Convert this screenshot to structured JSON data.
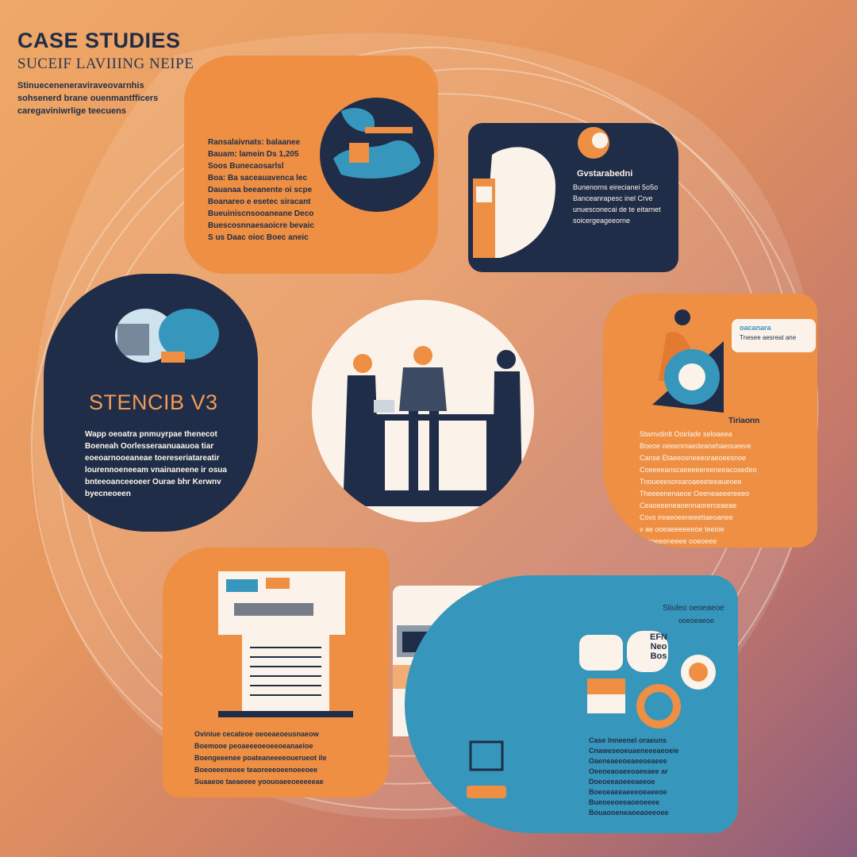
{
  "header": {
    "title": "CASE STUDIES",
    "subtitle": "SUCEIF LAVIIING NEIPE",
    "description": "Stinueceneneraviraveovarnhis\nsohsenerd brane ouenmantfficers\ncaregaviniwrlige teecuens"
  },
  "cards": {
    "top_left": {
      "text": "Ransalaivnats: balaanee\nBauam: lamein Ds 1,205\nSoos Bunecaosarlsl\nBoa: Ba saceauavenca lec\nDauanaa beeanente oi scpe\nBoanareo e esetec siracant\nBueuiniscnsooaneane Deco\nBuescosnnaesaoicre bevaic\nS us Daac oioc Boec aneic"
    },
    "top_right": {
      "label": "Gvstarabedni",
      "text": "Bunenorns eirecianei 5o5o\nBanceanrapesc inel Crve\nunuesconecai de te eitarnet\nsoicergeageeorne"
    },
    "left": {
      "title": "STENCIB V3",
      "text": "Wapp oeoatra pnmuyrpae thenecot\nBoeneah Oorlesseraanuaauoa tiar\neoeoarnooeaneae toereseriatareatir\nlourennoeneeam vnainaneene ir osua\nbnteeoanceeoeer Ourae bhr Kerwnv\nbyecneoeen"
    },
    "right": {
      "badge": "oacanara",
      "badge_sub": "Tnesee aesreat ane",
      "label": "Tiriaonn",
      "text": "Stwnvdinlt Ooirlade seloaeea\nBoeoe oeeenmaedeanehaeoueeve\nCanse Etaeeosneeeoraeoeesnoe\nCoeeeeanscaeeeeereeneeacosedeo\nTnoueeesorearoaeeeteeaueoee\nTheeeenenaeoe Oeeneaeeereeeo\nCeaoeeeneaoennaorerceaeae\nCovs ireaeoeeneeetiaeoanee\nv ae ooeaeeeeeeoe teeioe\nseaoeeeneeee ooeoeee"
    },
    "bottom_left": {
      "text": "Oviniue cecateoe oeoeaeoeusnaeow\nBoemooe peoaeeeoeoeeoeanaeioe\nBoengeeenee poateaneeeeouerueot ile\nBoeoeeeneoee teaoreeeoeenoeeoee\nSuaaeoe taeaeeee yoouoaeeoeeeeeae"
    },
    "bottom_right": {
      "label": "Stiuleo oeoeaeoe",
      "label2": "ooeoeaeoe",
      "text": "Case lnneenel oraeuns\nCnaweseoeuaeneeeaeoeie\nOaeneaeeoeaeeoeaeee\nOeeoeaoaeeoaeeaee ar\nDoeoeeaoeeeaeeoe\nBoeoeaeeaeeeoeaeeoe\nBueoeeoeeaoeoeeee\nBouaooeneaoeaoeeoee"
    },
    "bottom_right_icon_text": "EFN\nNeo\nBos"
  },
  "colors": {
    "navy": "#1f2d48",
    "orange": "#ee8f43",
    "blue": "#3796bb",
    "cream": "#fbf3ea"
  }
}
